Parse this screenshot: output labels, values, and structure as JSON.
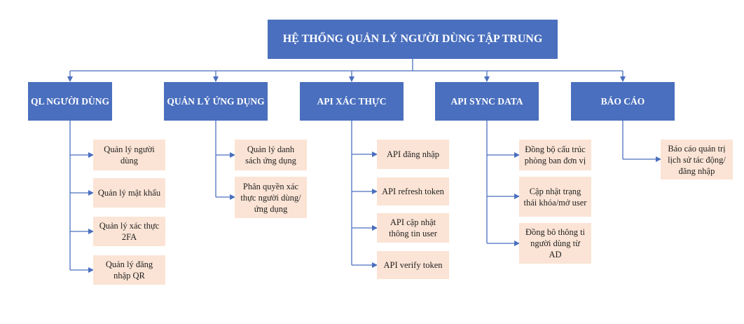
{
  "diagram": {
    "title": "HỆ THỐNG QUẢN LÝ NGƯỜI DÙNG  TẬP TRUNG",
    "categories": [
      {
        "label": "QL NGƯỜI DÙNG",
        "items": [
          "Quản lý người dùng",
          "Quản lý mật khẩu",
          "Quản lý xác thực 2FA",
          "Quản lý đăng nhập QR"
        ]
      },
      {
        "label": "QUẢN LÝ ỨNG DỤNG",
        "items": [
          "Quản lý danh sách ứng dụng",
          "Phân quyền xác thực người dùng/ ứng dụng"
        ]
      },
      {
        "label": "API XÁC THỰC",
        "items": [
          "API đăng nhập",
          "API refresh token",
          "API cập nhật thông tin user",
          "API verify token"
        ]
      },
      {
        "label": "API SYNC DATA",
        "items": [
          "Đồng bộ cấu trúc phòng ban đơn vị",
          "Cập nhật trạng thái khóa/mở user",
          "Đồng bô thông ti người dùng từ AD"
        ]
      },
      {
        "label": "BÁO CÁO",
        "items": [
          "Báo cáo quản trị lịch sử tác động/ đăng nhập"
        ]
      }
    ],
    "colors": {
      "header": "#4a6fbe",
      "leaf": "#fbe4d5",
      "line": "#4a6fbe"
    }
  }
}
